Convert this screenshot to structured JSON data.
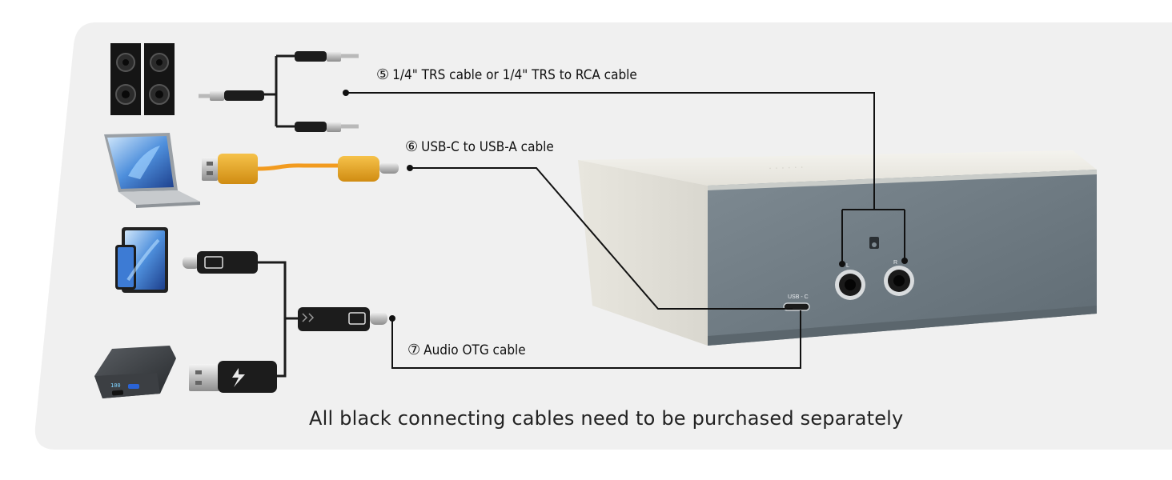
{
  "colors": {
    "panel_bg": "#f0f0f0",
    "box_body": "#e9e7df",
    "box_front": "#6f7c84",
    "orange_cable": "#f29b1f",
    "gold_connector": "#e6a520",
    "black_cable": "#1b1b1b",
    "leader_line": "#111111"
  },
  "cables": {
    "trs": {
      "number": "⑤",
      "text": "1/4\" TRS cable or 1/4\" TRS to RCA cable"
    },
    "usb": {
      "number": "⑥",
      "text": "USB-C to USB-A cable"
    },
    "otg": {
      "number": "⑦",
      "text": "Audio OTG cable"
    }
  },
  "device": {
    "usb_port_label": "USB - C",
    "left_label": "L",
    "right_label": "R"
  },
  "icons": [
    "speakers-icon",
    "laptop-icon",
    "tablet-phone-icon",
    "power-bank-icon",
    "audio-interface-icon"
  ],
  "footnote": "All black connecting cables need to be purchased separately"
}
